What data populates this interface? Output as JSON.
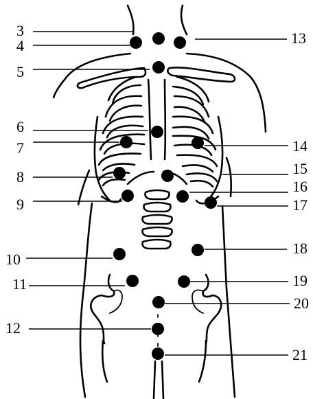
{
  "diagram": {
    "label_color": "#000000",
    "points": [
      {
        "id": "3"
      },
      {
        "id": "4"
      },
      {
        "id": "5"
      },
      {
        "id": "6"
      },
      {
        "id": "7"
      },
      {
        "id": "8"
      },
      {
        "id": "9"
      },
      {
        "id": "10"
      },
      {
        "id": "11"
      },
      {
        "id": "12"
      },
      {
        "id": "13"
      },
      {
        "id": "14"
      },
      {
        "id": "15"
      },
      {
        "id": "16"
      },
      {
        "id": "17"
      },
      {
        "id": "18"
      },
      {
        "id": "19"
      },
      {
        "id": "20"
      },
      {
        "id": "21"
      }
    ]
  }
}
